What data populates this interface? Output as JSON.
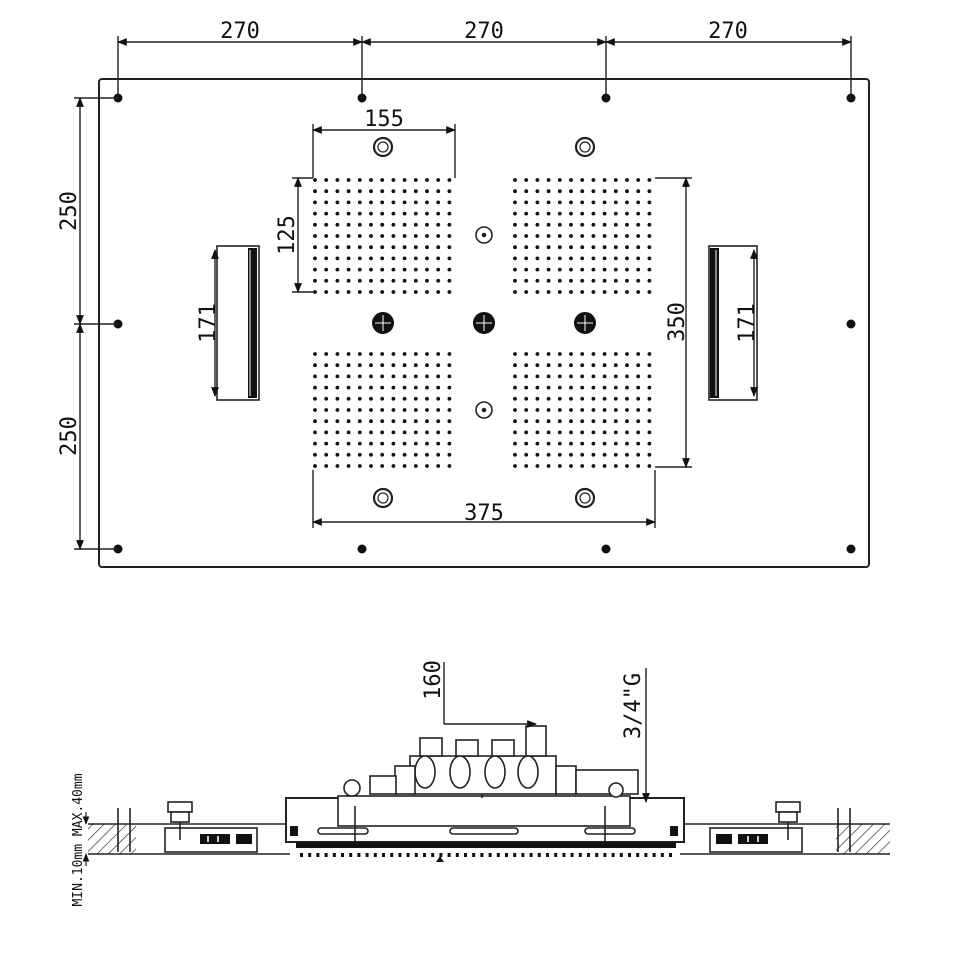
{
  "plan_view": {
    "spacing_top_1": "270",
    "spacing_top_2": "270",
    "spacing_top_3": "270",
    "spacing_left_upper": "250",
    "spacing_left_lower": "250",
    "nozzle_block_width": "155",
    "nozzle_block_height": "125",
    "side_light_left_height": "171",
    "side_light_right_height": "171",
    "nozzle_area_height": "350",
    "nozzle_area_width": "375"
  },
  "side_view": {
    "valve_box_height": "160",
    "inlet_thread": "3/4\"G",
    "ceiling_thickness_range": "MIN.10mm MAX.40mm"
  },
  "colors": {
    "line": "#222222",
    "fill": "#ffffff",
    "dot": "#111111"
  }
}
